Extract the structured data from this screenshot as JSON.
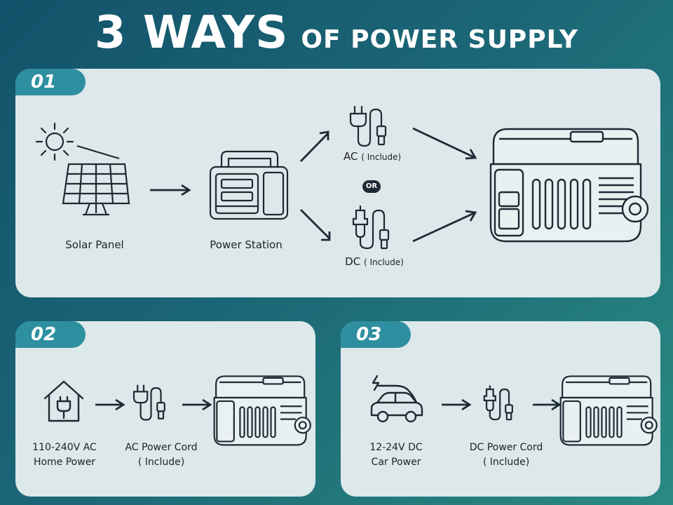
{
  "title": {
    "big": "3 WAYS",
    "small": "OF POWER SUPPLY"
  },
  "panels": [
    {
      "badge": "01",
      "labels": {
        "solar_panel": "Solar Panel",
        "power_station": "Power Station",
        "ac": "AC",
        "ac_note": "( Include)",
        "or": "OR",
        "dc": "DC",
        "dc_note": "( Include)"
      }
    },
    {
      "badge": "02",
      "labels": {
        "source_line1": "110-240V AC",
        "source_line2": "Home Power",
        "cord_line1": "AC Power Cord",
        "cord_line2": "( Include)"
      }
    },
    {
      "badge": "03",
      "labels": {
        "source_line1": "12-24V DC",
        "source_line2": "Car Power",
        "cord_line1": "DC Power Cord",
        "cord_line2": "( Include)"
      }
    }
  ],
  "icons": [
    "sun-icon",
    "solar-panel-icon",
    "power-station-icon",
    "ac-plug-icon",
    "dc-plug-icon",
    "cooler-icon",
    "house-plug-icon",
    "electric-car-icon",
    "arrow-icon"
  ],
  "colors": {
    "background_start": "#13526a",
    "background_end": "#2a8a82",
    "panel": "#dde8ea",
    "badge": "#2e8fa0",
    "ink": "#1d2a35"
  }
}
